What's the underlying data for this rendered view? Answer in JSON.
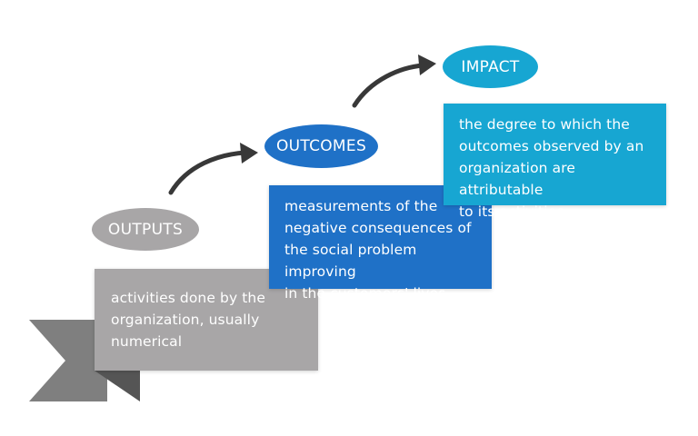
{
  "colors": {
    "outputs": "#a8a6a7",
    "outcomes": "#1f71c7",
    "impact": "#17a6d2",
    "ribbon_tail": "#7f7f7f",
    "arrow": "#383838"
  },
  "steps": [
    {
      "label": "OUTPUTS",
      "lines": [
        "activities done by the",
        "organization, usually",
        "numerical"
      ]
    },
    {
      "label": "OUTCOMES",
      "lines": [
        "measurements of the",
        "negative consequences of",
        "the social problem improving",
        "in the customers' lives"
      ]
    },
    {
      "label": "IMPACT",
      "lines": [
        "the degree to which the",
        "outcomes observed by an",
        "organization are attributable",
        "to its activities"
      ]
    }
  ]
}
